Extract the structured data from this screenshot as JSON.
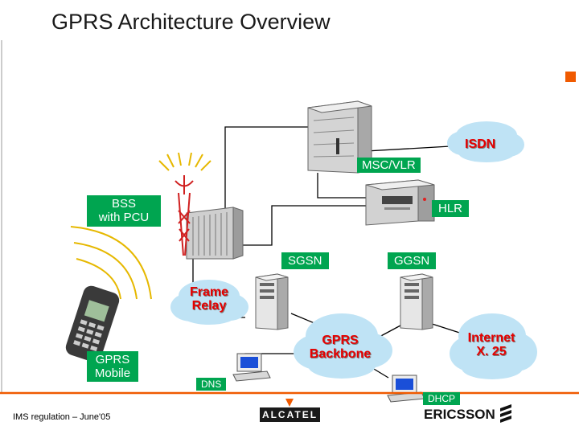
{
  "title": "GPRS Architecture Overview",
  "nodes": {
    "msc": "MSC/VLR",
    "isdn": "ISDN",
    "hlr": "HLR",
    "bss_line1": "BSS",
    "bss_line2": "with PCU",
    "sgsn": "SGSN",
    "ggsn": "GGSN",
    "frame_relay_line1": "Frame",
    "frame_relay_line2": "Relay",
    "gprs_backbone_line1": "GPRS",
    "gprs_backbone_line2": "Backbone",
    "internet_line1": "Internet",
    "internet_line2": "X. 25",
    "gprs_mobile_line1": "GPRS",
    "gprs_mobile_line2": "Mobile",
    "dns": "DNS",
    "dhcp": "DHCP"
  },
  "footer": {
    "left_text": "IMS regulation – June'05",
    "logo_alcatel": "ALCATEL",
    "logo_ericsson": "ERICSSON"
  },
  "colors": {
    "label_green": "#00a550",
    "cloud_fill": "#bfe3f5",
    "cloud_text": "#e60000",
    "accent_orange": "#f05a00",
    "footer_rule": "#f05a00",
    "antenna_red": "#e02020",
    "signal_yellow": "#e6b800"
  }
}
